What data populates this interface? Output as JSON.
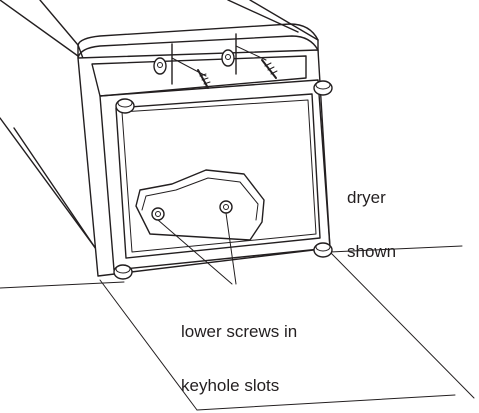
{
  "labels": {
    "dryer_shown": [
      "dryer",
      "shown"
    ],
    "lower_screws": [
      "lower screws in",
      "keyhole slots"
    ]
  },
  "colors": {
    "line": "#231f20",
    "background": "#ffffff"
  }
}
